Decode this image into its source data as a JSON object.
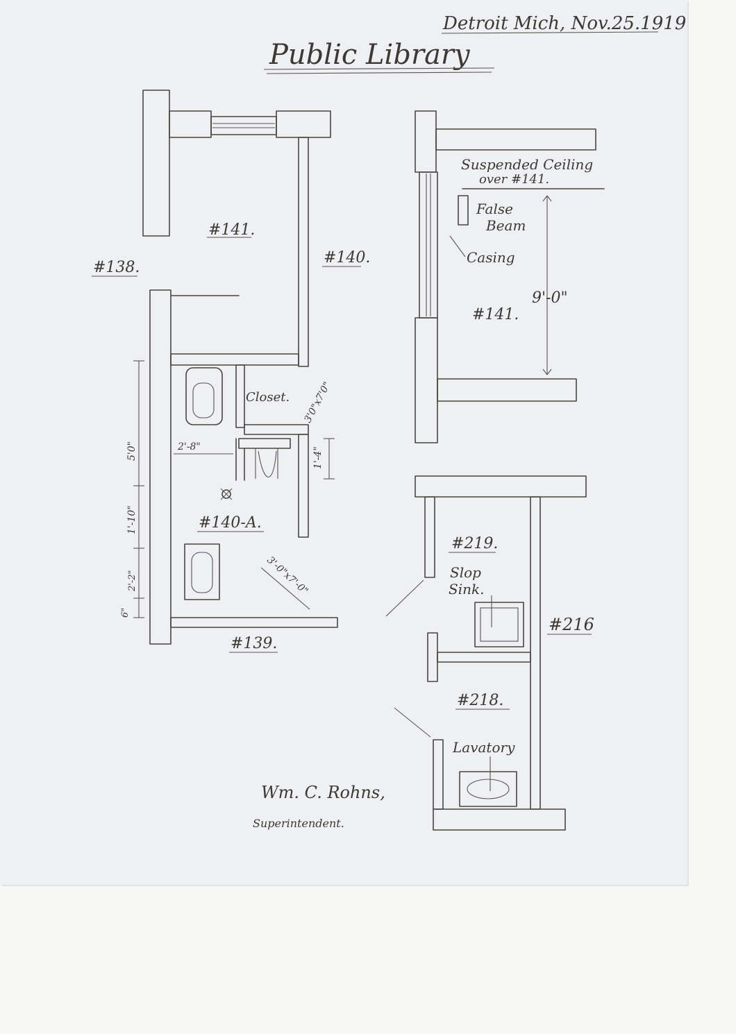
{
  "header": {
    "place_date": "Detroit Mich, Nov.25.1919.",
    "title": "Public Library"
  },
  "plan_left": {
    "rooms": {
      "r141": "#141.",
      "r140": "#140.",
      "r138": "#138.",
      "r140a": "#140-A.",
      "r139": "#139.",
      "closet": "Closet."
    },
    "dims": {
      "door_upper": "3'0\"x7'0\"",
      "width_2_8": "2'-8\"",
      "height_1_4": "1'-4\"",
      "v_5_0": "5'0\"",
      "v_1_10": "1'-10\"",
      "v_2_2": "2'-2\"",
      "v_6": "6\"",
      "door_lower": "3'-0\"x7'-0\""
    }
  },
  "plan_right_top": {
    "note_1": "Suspended Ceiling",
    "note_2": "over #141.",
    "false_1": "False",
    "false_2": "Beam",
    "casing": "Casing",
    "height": "9'-0\"",
    "room": "#141."
  },
  "plan_right_bottom": {
    "r219": "#219.",
    "slop_1": "Slop",
    "slop_2": "Sink.",
    "r216": "#216",
    "r218": "#218.",
    "lavatory": "Lavatory"
  },
  "signature": {
    "name": "Wm. C. Rohns,",
    "role": "Superintendent."
  },
  "colors": {
    "ink": "#4a4540",
    "paper": "#eef0f3",
    "background": "#f7f7f5"
  }
}
